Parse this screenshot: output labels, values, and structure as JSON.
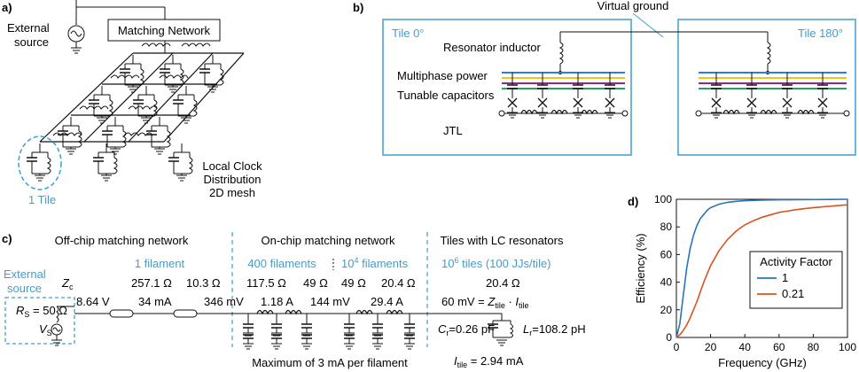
{
  "panels": {
    "a": {
      "label": "a)",
      "external_source": [
        "External",
        "source"
      ],
      "matching_network": "Matching Network",
      "one_tile": "1 Tile",
      "local_clock": [
        "Local Clock",
        "Distribution",
        "2D mesh"
      ]
    },
    "b": {
      "label": "b)",
      "virtual_ground": "Virtual ground",
      "tile0": "Tile 0°",
      "tile180": "Tile 180°",
      "resonator_inductor": "Resonator inductor",
      "multiphase_power": "Multiphase power",
      "tunable_capacitors": "Tunable capacitors",
      "jtl": "JTL",
      "phase_colors": [
        "#2a7fd4",
        "#f0c419",
        "#8e2a8e",
        "#24a35a"
      ]
    },
    "c": {
      "label": "c)",
      "sections": [
        "Off-chip matching network",
        "On-chip matching network",
        "Tiles with LC resonators"
      ],
      "sub_labels": [
        "1 filament",
        "400 filaments",
        "10",
        "6",
        " tiles (100 JJs/tile)",
        "filaments",
        "4"
      ],
      "ext_source": [
        "External",
        "source"
      ],
      "zc": "Z",
      "zc_sub": "c",
      "impedances": [
        "257.1 Ω",
        "10.3 Ω",
        "117.5 Ω",
        "49 Ω",
        "49 Ω",
        "20.4 Ω",
        "20.4 Ω"
      ],
      "rs_label": "R",
      "rs_sub": "S",
      "rs_value": " = 50 Ω",
      "vs_label": "V",
      "vs_sub": "S",
      "line_values": [
        "8.64 V",
        "34 mA",
        "346 mV",
        "1.18 A",
        "144 mV",
        "29.4 A"
      ],
      "sixty_mv": "60 mV = ",
      "z_tile": "Z",
      "tile_sub": "tile",
      "i_tile": "I",
      "cr": "C",
      "cr_sub": "r",
      "cr_value": "=0.26 pF",
      "lr": "L",
      "lr_sub": "r",
      "lr_value": "=108.2 pH",
      "max_note": "Maximum of 3 mA per filament",
      "itile_value": " = 2.94 mA"
    }
  },
  "chart_data": {
    "type": "line",
    "label": "d)",
    "xlabel": "Frequency (GHz)",
    "ylabel": "Efficiency (%)",
    "xlim": [
      0,
      100
    ],
    "ylim": [
      0,
      100
    ],
    "xticks": [
      0,
      20,
      40,
      60,
      80,
      100
    ],
    "yticks": [
      0,
      20,
      40,
      60,
      80,
      100
    ],
    "legend": {
      "title": "Activity Factor",
      "placement": "lower-right"
    },
    "series": [
      {
        "name": "1",
        "color": "#2a74b8",
        "x": [
          0,
          2,
          4,
          6,
          8,
          10,
          12,
          14,
          16,
          18,
          20,
          25,
          30,
          35,
          40,
          50,
          60,
          70,
          80,
          90,
          100
        ],
        "y": [
          0,
          10,
          30,
          50,
          64,
          74,
          81,
          86,
          89,
          92,
          94,
          96.5,
          97.8,
          98.5,
          99,
          99.4,
          99.6,
          99.7,
          99.8,
          99.9,
          100
        ]
      },
      {
        "name": "0.21",
        "color": "#d9541e",
        "x": [
          0,
          2,
          4,
          6,
          8,
          10,
          12,
          14,
          16,
          18,
          20,
          25,
          30,
          35,
          40,
          45,
          50,
          60,
          70,
          80,
          90,
          100
        ],
        "y": [
          0,
          2,
          5,
          9,
          14,
          20,
          26,
          33,
          40,
          46,
          52,
          63,
          71,
          77,
          81.5,
          84.5,
          87,
          90.5,
          92.5,
          94,
          95,
          96
        ]
      }
    ]
  }
}
